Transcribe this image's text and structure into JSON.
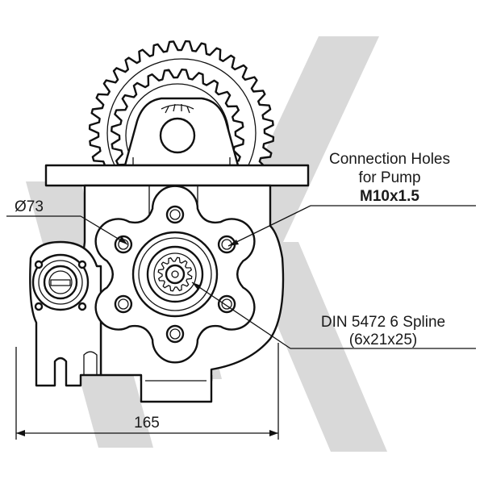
{
  "callouts": {
    "connection_holes_line1": "Connection Holes",
    "connection_holes_line2": "for Pump",
    "thread_spec": "M10x1.5",
    "spline_line1": "DIN 5472 6 Spline",
    "spline_line2": "(6x21x25)"
  },
  "dimensions": {
    "bolt_circle_diameter": "Ø73",
    "overall_width": "165"
  },
  "colors": {
    "line": "#111111",
    "watermark": "#d9d9d9"
  }
}
